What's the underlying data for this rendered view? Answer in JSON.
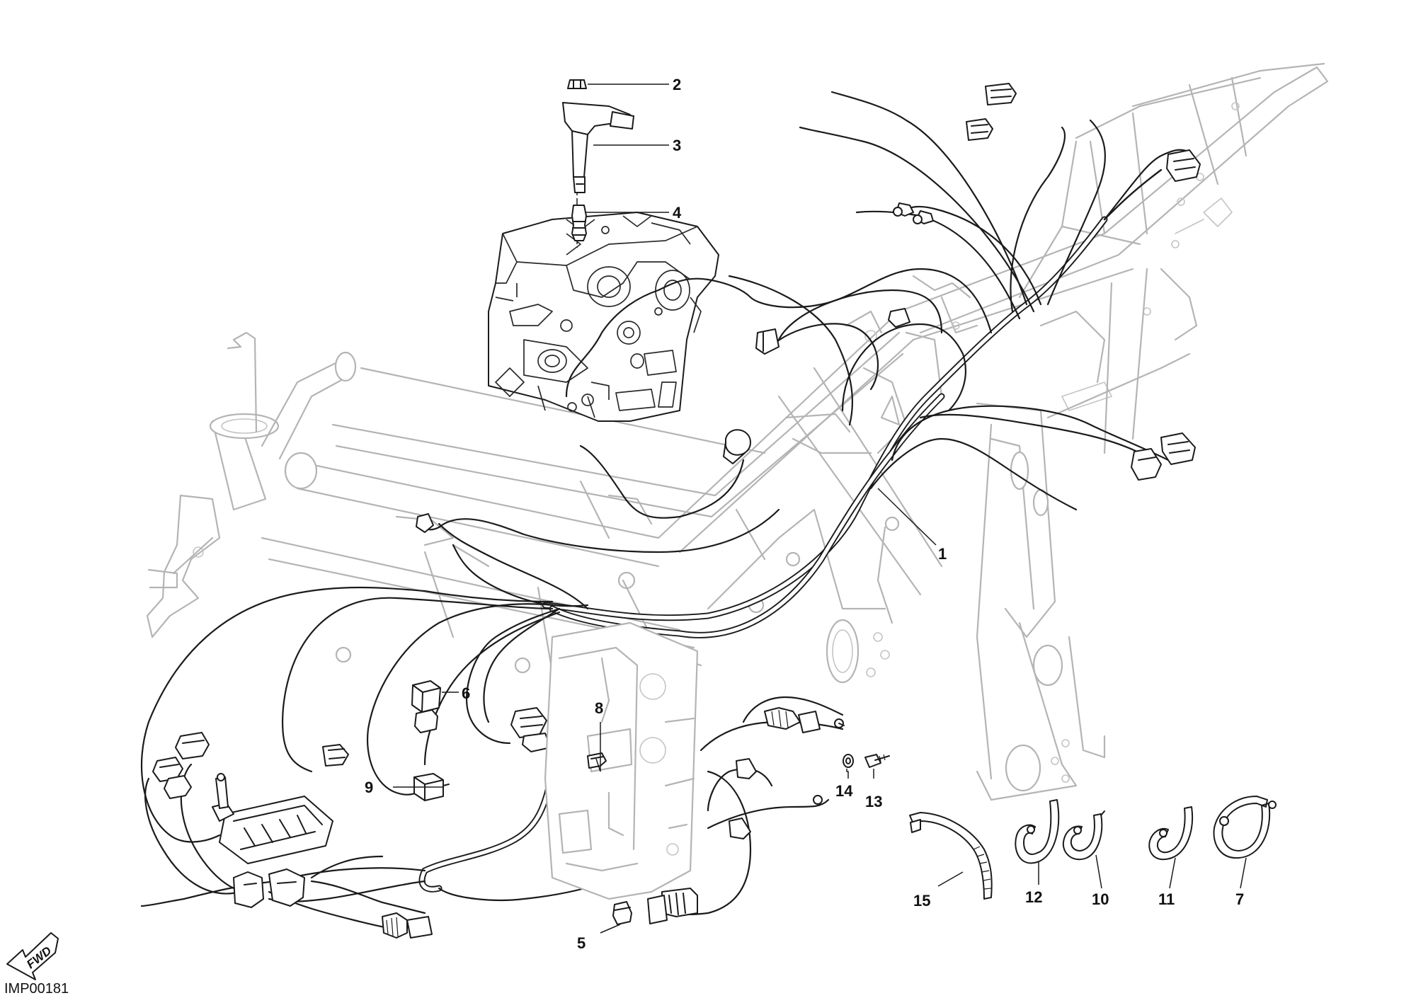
{
  "diagram": {
    "drawing_code": "IMP00181",
    "direction_badge": "FWD",
    "callouts": [
      {
        "id": "2",
        "label": "2"
      },
      {
        "id": "3",
        "label": "3"
      },
      {
        "id": "4",
        "label": "4"
      },
      {
        "id": "1",
        "label": "1"
      },
      {
        "id": "6",
        "label": "6"
      },
      {
        "id": "8",
        "label": "8"
      },
      {
        "id": "9",
        "label": "9"
      },
      {
        "id": "14",
        "label": "14"
      },
      {
        "id": "13",
        "label": "13"
      },
      {
        "id": "15",
        "label": "15"
      },
      {
        "id": "12",
        "label": "12"
      },
      {
        "id": "10",
        "label": "10"
      },
      {
        "id": "11",
        "label": "11"
      },
      {
        "id": "7",
        "label": "7"
      },
      {
        "id": "5",
        "label": "5"
      }
    ]
  }
}
